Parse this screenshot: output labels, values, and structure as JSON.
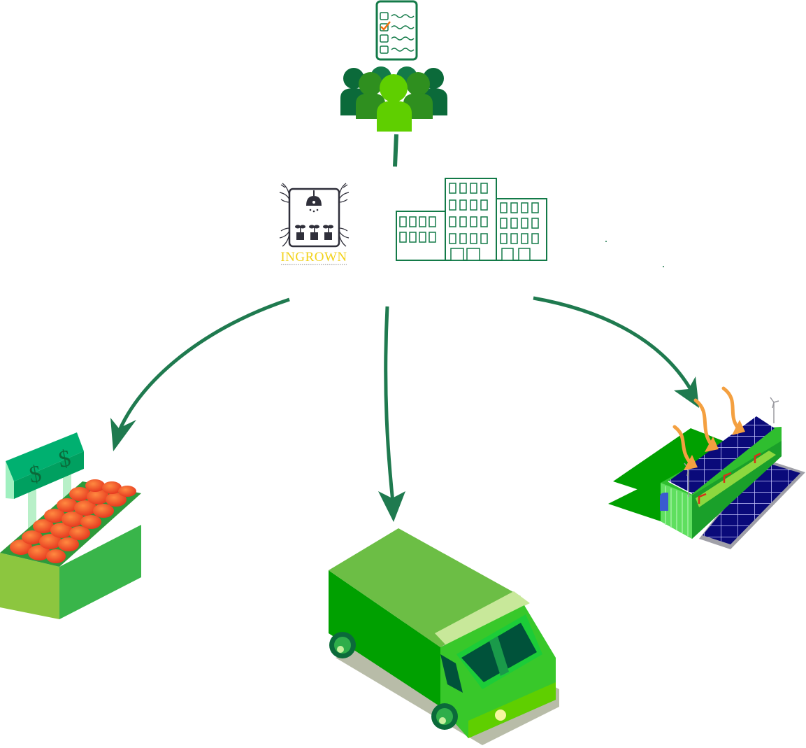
{
  "brand": {
    "name": "INGROWN"
  },
  "palette": {
    "arrow": "#1f7a4f",
    "dark_green": "#0b6a3a",
    "mid_green": "#2f8f1f",
    "light_green": "#5fcf00",
    "sign_green": "#00b070",
    "produce_red": "#e8452a",
    "van_green": "#00a000",
    "solar_blue": "#0a0a7a",
    "heat_orange": "#f4a040",
    "brand_yellow": "#f2d21b"
  },
  "icons": [
    "checklist-icon",
    "community-group-icon",
    "ingrown-logo",
    "office-buildings-icon",
    "produce-market-stand",
    "delivery-van",
    "solar-greenhouse-container"
  ]
}
